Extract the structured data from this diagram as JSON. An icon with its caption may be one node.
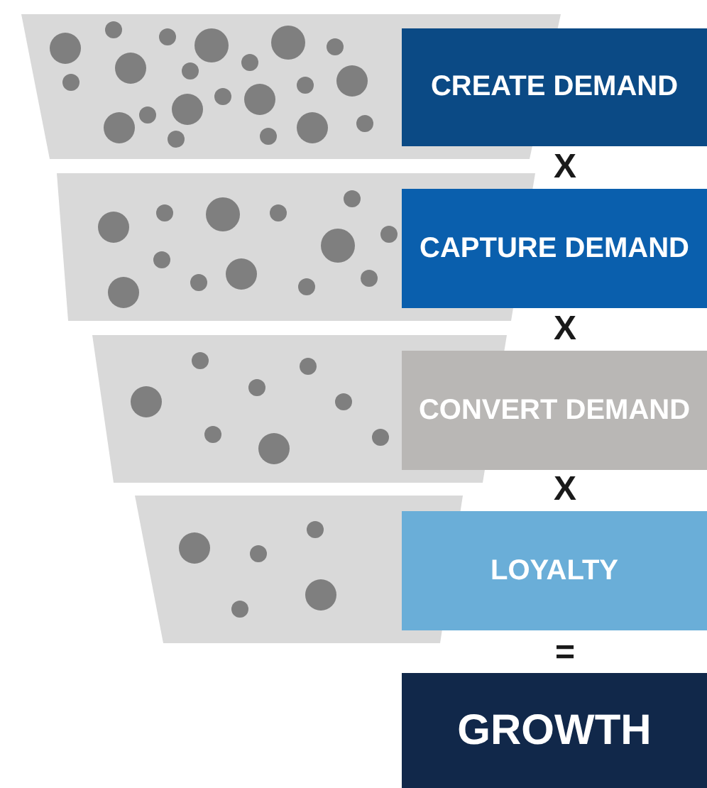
{
  "diagram": {
    "nodes": [
      {
        "text": [
          "CREATE DEMAND"
        ]
      },
      {
        "text": [
          "CAPTURE DEMAND"
        ]
      },
      {
        "text": [
          "CONVERT DEMAND"
        ]
      },
      {
        "text": [
          "LOYALTY"
        ]
      },
      {
        "text": [
          "GROWTH"
        ]
      }
    ],
    "labels": [
      "X",
      "X",
      "X",
      "="
    ]
  }
}
